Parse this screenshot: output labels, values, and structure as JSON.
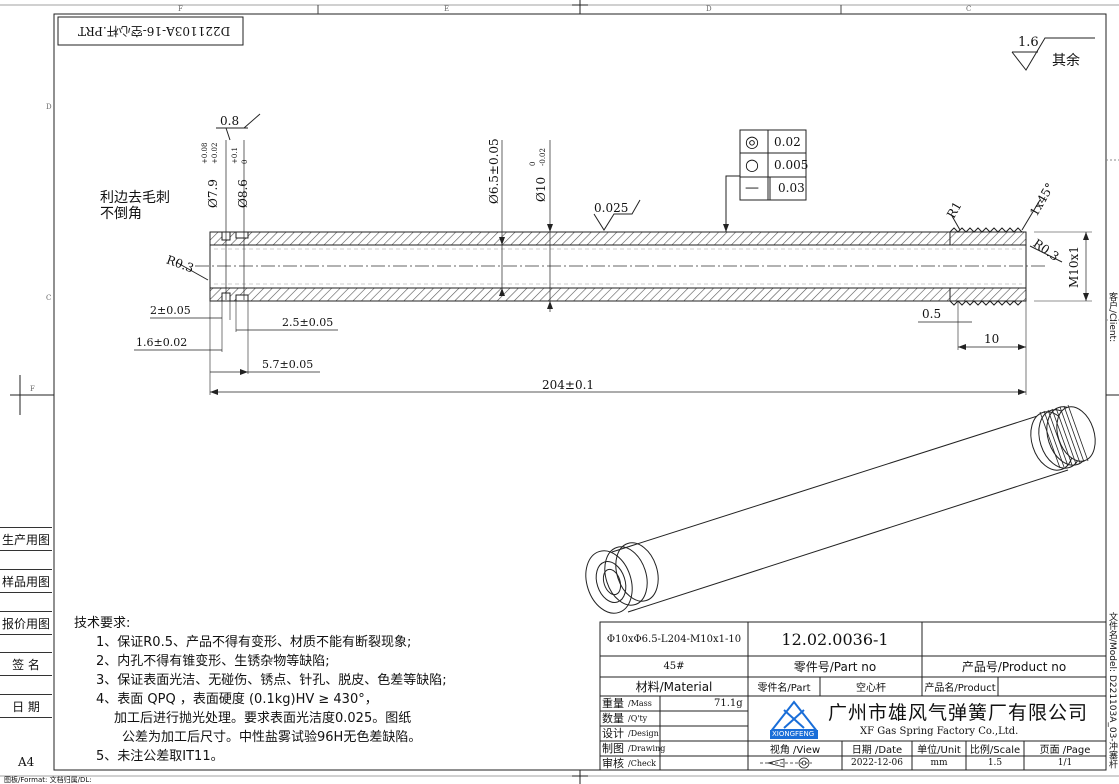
{
  "file_label": "D221103A-16-空心杆.PRT",
  "zone_marks_top": [
    "F",
    "E",
    "D",
    "C"
  ],
  "zone_marks_left": [
    "D",
    "C",
    "F"
  ],
  "roughness": {
    "value": "1.6",
    "note": "其余"
  },
  "tolerances": {
    "runout1": "0.8",
    "dia_79": "Ø7.9",
    "dia_79_tol_upper": "+0.08",
    "dia_79_tol_lower": "+0.02",
    "dia_86": "Ø8.6",
    "dia_86_tol_upper": "+0.1",
    "dia_86_tol_lower": "0",
    "dia_65": "Ø6.5±0.05",
    "dia_10": "Ø10",
    "dia_10_tol_upper": "0",
    "dia_10_tol_lower": "-0.02",
    "surface": "0.025",
    "fcf": [
      {
        "symbol": "◎",
        "value": "0.02"
      },
      {
        "symbol": "○",
        "value": "0.005"
      },
      {
        "symbol": "—",
        "value": "0.03"
      }
    ],
    "r1": "R1",
    "chamfer": "1x45°",
    "r03_right": "R0.3",
    "r03_left": "R0.3",
    "thread": "M10x1"
  },
  "notes": {
    "edge_note_line1": "利边去毛刺",
    "edge_note_line2": "不倒角"
  },
  "dimensions": {
    "d2": "2±0.05",
    "d25": "2.5±0.05",
    "d16": "1.6±0.02",
    "d57": "5.7±0.05",
    "d204": "204±0.1",
    "d05": "0.5",
    "d10": "10"
  },
  "side_stamps": [
    "生产用图",
    "样品用图",
    "报价用图",
    "签 名",
    "日 期"
  ],
  "paper_size": "A4",
  "bottom_left_text": "图板/Format: 文档归属/DL:",
  "tech_requirements": {
    "title": "技术要求:",
    "lines": [
      "1、保证R0.5、产品不得有变形、材质不能有断裂现象;",
      "2、内孔不得有锥变形、生锈杂物等缺陷;",
      "3、保证表面光洁、无碰伤、锈点、针孔、脱皮、色差等缺陷;",
      "4、表面 QPQ ，表面硬度 (0.1kg)HV ≥ 430°，",
      "加工后进行抛光处理。要求表面光洁度0.025。图纸",
      "公差为加工后尺寸。中性盐雾试验96H无色差缺陷。",
      "5、未注公差取IT11。"
    ]
  },
  "title_block": {
    "spec": "Φ10xΦ6.5-L204-M10x1-10",
    "part_number": "12.02.0036-1",
    "material": "45#",
    "part_no_label": "零件号/Part no",
    "product_no_label": "产品号/Product no",
    "material_label": "材料/Material",
    "part_name_label": "零件名/Part",
    "part_name": "空心杆",
    "product_name_label": "产品名/Product",
    "mass_label": "重量",
    "mass_label_en": "/Mass",
    "mass": "71.1g",
    "qty_label": "数量",
    "qty_label_en": "/Q'ty",
    "design_label": "设计",
    "design_label_en": "/Design",
    "drawing_label": "制图",
    "drawing_label_en": "/Drawing",
    "check_label": "审核",
    "check_label_en": "/Check",
    "logo_text": "XIONGFENG",
    "company_cn": "广州市雄风气弹簧厂有限公司",
    "company_en": "XF Gas Spring Factory Co.,Ltd.",
    "view_label": "视角 /View",
    "date_label": "日期 /Date",
    "unit_label": "单位/Unit",
    "scale_label": "比例/Scale",
    "page_label": "页面 /Page",
    "date": "2022-12-06",
    "unit": "mm",
    "scale": "1.5",
    "page": "1/1"
  },
  "right_side_texts": {
    "client": "客户/Client:",
    "model": "文件名/Model: D221103A_03-冲塞杆"
  },
  "colors": {
    "line": "#222222",
    "hatch": "#555555"
  }
}
